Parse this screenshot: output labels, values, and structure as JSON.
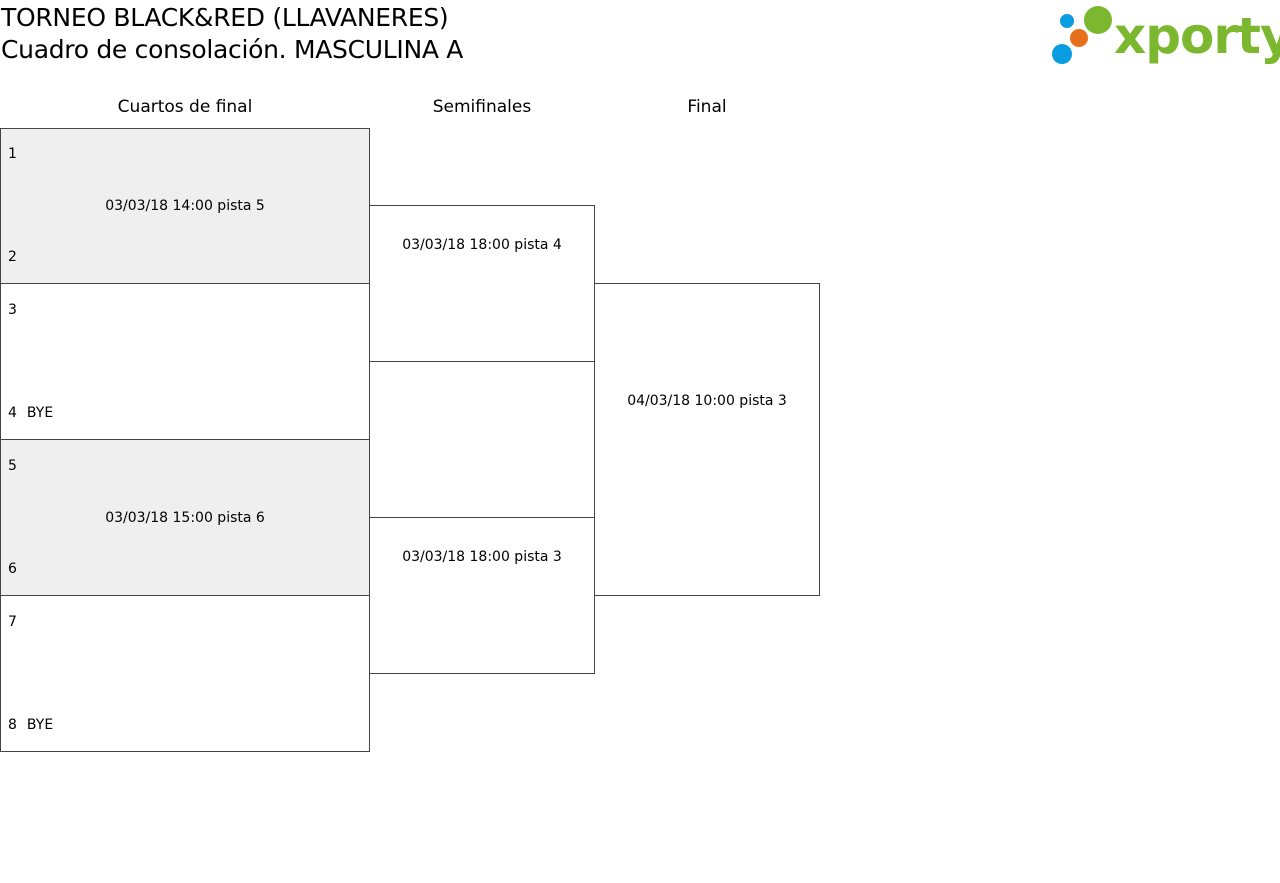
{
  "header": {
    "title_line1": "TORNEO BLACK&RED (LLAVANERES)",
    "title_line2": "Cuadro de consolación. MASCULINA A"
  },
  "logo": {
    "text": "xporty",
    "colors": {
      "green": "#7cb82f",
      "blue": "#0a9ce0",
      "orange": "#e7711a"
    }
  },
  "rounds": [
    "Cuartos de final",
    "Semifinales",
    "Final"
  ],
  "quarterfinals": [
    {
      "slot_top": "1",
      "name_top": "",
      "slot_bottom": "2",
      "name_bottom": "",
      "info": "03/03/18 14:00 pista 5"
    },
    {
      "slot_top": "3",
      "name_top": "",
      "slot_bottom": "4",
      "name_bottom": "BYE",
      "info": ""
    },
    {
      "slot_top": "5",
      "name_top": "",
      "slot_bottom": "6",
      "name_bottom": "",
      "info": "03/03/18 15:00 pista 6"
    },
    {
      "slot_top": "7",
      "name_top": "",
      "slot_bottom": "8",
      "name_bottom": "BYE",
      "info": ""
    }
  ],
  "semifinals": [
    {
      "info": "03/03/18 18:00 pista 4"
    },
    {
      "info": "03/03/18 18:00 pista 3"
    }
  ],
  "final": {
    "info": "04/03/18 10:00 pista 3"
  },
  "colors": {
    "shaded_box": "#efefef",
    "border": "#444444"
  }
}
